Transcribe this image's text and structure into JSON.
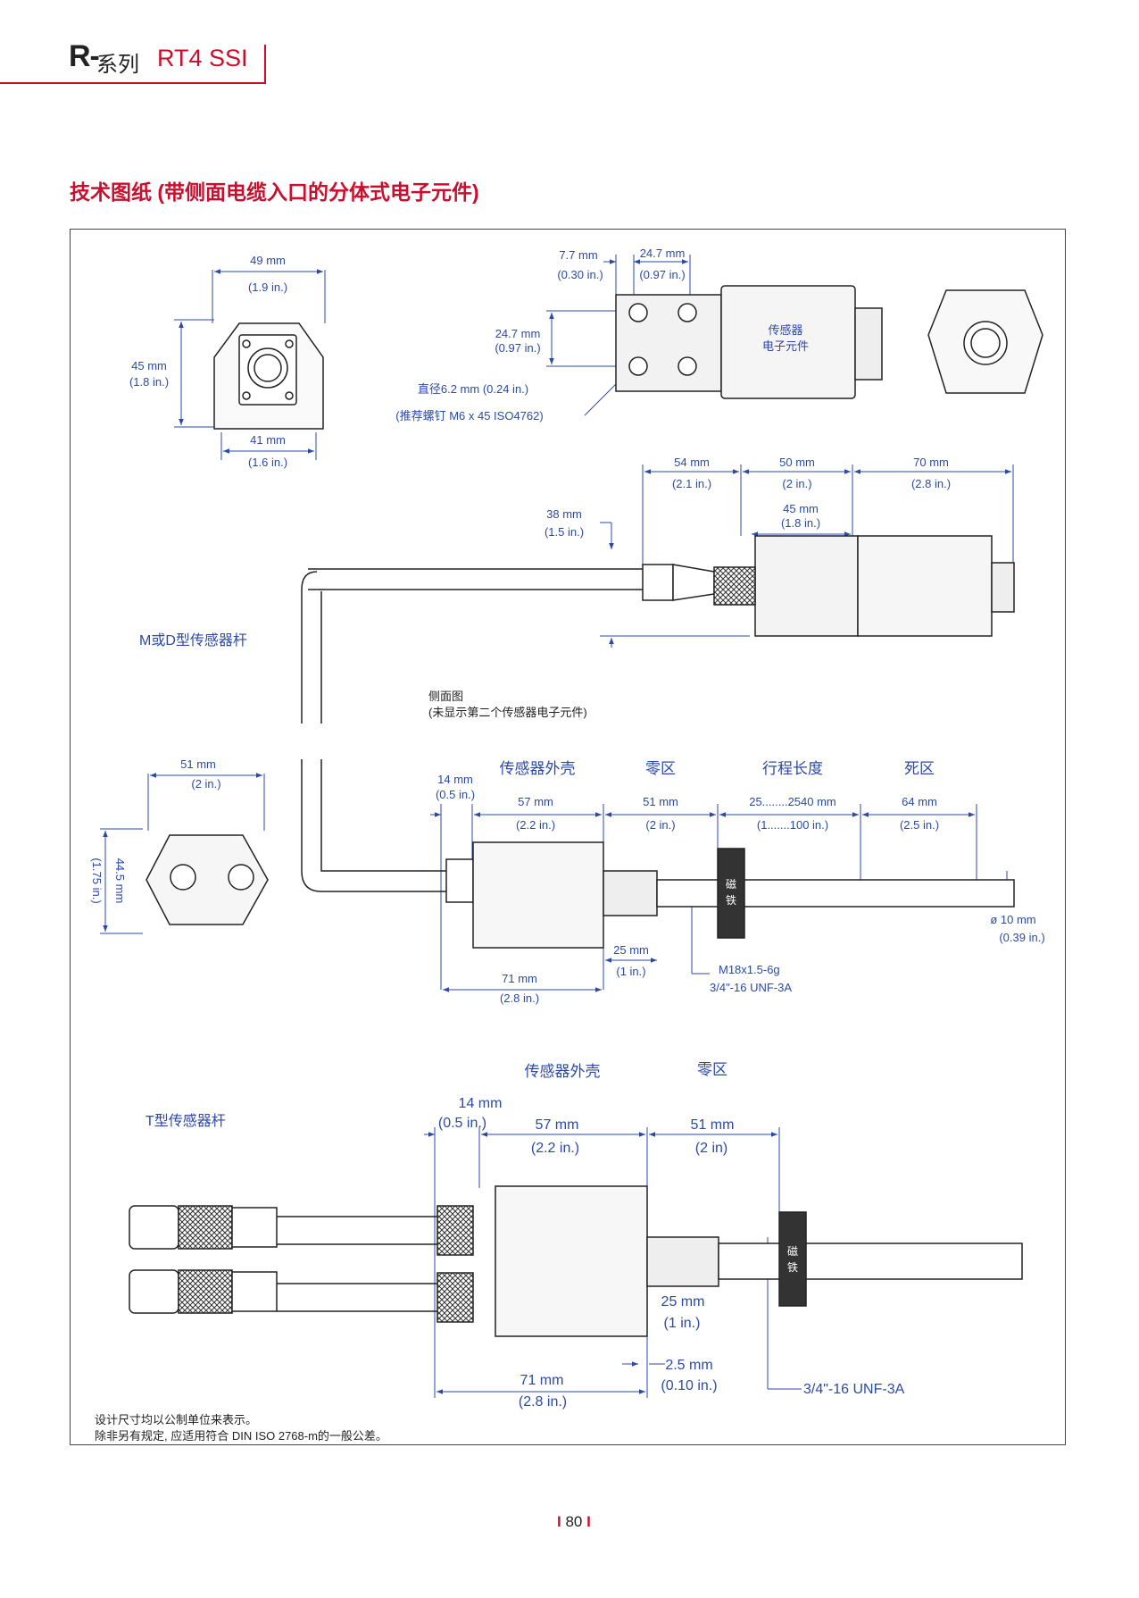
{
  "header": {
    "series_bold": "R-",
    "series_rest": "系列",
    "model": "RT4 SSI"
  },
  "title": "技术图纸 (带侧面电缆入口的分体式电子元件)",
  "views": {
    "front": {
      "w_mm": "49 mm",
      "w_in": "(1.9 in.)",
      "h_mm": "45 mm",
      "h_in": "(1.8 in.)",
      "b_mm": "41 mm",
      "b_in": "(1.6 in.)"
    },
    "top": {
      "a_mm": "7.7 mm",
      "a_in": "(0.30 in.)",
      "b_mm": "24.7 mm",
      "b_in": "(0.97 in.)",
      "c_mm": "24.7 mm",
      "c_in": "(0.97 in.)",
      "diameter": "直径6.2 mm (0.24 in.)",
      "screw": "(推荐螺钉 M6 x 45 ISO4762)",
      "label1": "传感器",
      "label2": "电子元件"
    },
    "side": {
      "d1_mm": "54 mm",
      "d1_in": "(2.1 in.)",
      "d2_mm": "50 mm",
      "d2_in": "(2 in.)",
      "d3_mm": "70 mm",
      "d3_in": "(2.8 in.)",
      "d4_mm": "45 mm",
      "d4_in": "(1.8 in.)",
      "d5_mm": "38 mm",
      "d5_in": "(1.5 in.)"
    },
    "md_label": "M或D型传感器杆",
    "sideview_label": "侧面图",
    "sideview_note": "(未显示第二个传感器电子元件)",
    "hex": {
      "w_mm": "51 mm",
      "w_in": "(2 in.)",
      "h_mm": "44.5 mm",
      "h_in": "(1.75 in.)"
    },
    "rod": {
      "h1": "传感器外壳",
      "h2": "零区",
      "h3": "行程长度",
      "h4": "死区",
      "a_mm": "14 mm",
      "a_in": "(0.5 in.)",
      "b_mm": "57 mm",
      "b_in": "(2.2 in.)",
      "c_mm": "51 mm",
      "c_in": "(2 in.)",
      "d_mm": "25........2540 mm",
      "d_in": "(1.......100 in.)",
      "e_mm": "64 mm",
      "e_in": "(2.5 in.)",
      "f_mm": "25 mm",
      "f_in": "(1 in.)",
      "g_mm": "71 mm",
      "g_in": "(2.8 in.)",
      "dia": "ø  10 mm",
      "dia_in": "(0.39 in.)",
      "thread1": "M18x1.5-6g",
      "thread2": "3/4\"-16 UNF-3A",
      "magnet": "磁铁"
    },
    "t": {
      "label": "T型传感器杆",
      "h1": "传感器外壳",
      "h2": "零区",
      "a_mm": "14 mm",
      "a_in": "(0.5 in.)",
      "b_mm": "57 mm",
      "b_in": "(2.2 in.)",
      "c_mm": "51 mm",
      "c_in": "(2 in)",
      "d_mm": "25 mm",
      "d_in": "(1 in.)",
      "e_mm": "2.5 mm",
      "e_in": "(0.10 in.)",
      "f_mm": "71 mm",
      "f_in": "(2.8 in.)",
      "thread": "3/4\"-16 UNF-3A",
      "magnet": "磁铁"
    }
  },
  "notes": {
    "line1": "设计尺寸均以公制单位来表示。",
    "line2": "除非另有规定, 应适用符合 DIN ISO 2768-m的一般公差。"
  },
  "page_number": "80"
}
